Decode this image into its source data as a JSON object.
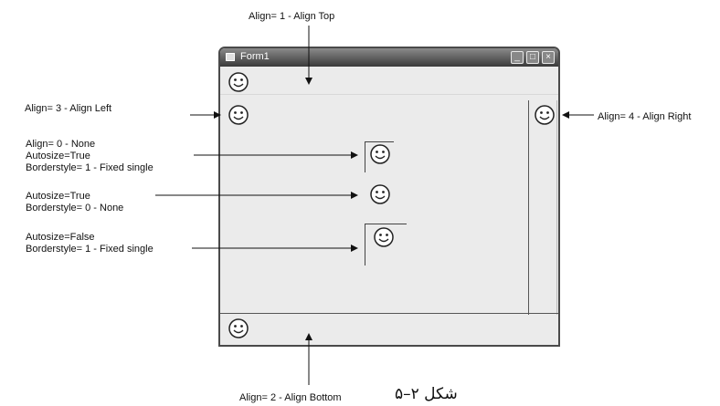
{
  "window": {
    "title": "Form1",
    "minimize": "_",
    "maximize": "□",
    "close": "×"
  },
  "labels": {
    "align_top": "Align= 1 - Align Top",
    "align_left": "Align= 3 - Align Left",
    "align_right": "Align= 4 - Align Right",
    "align_none": [
      "Align= 0 - None",
      "Autosize=True",
      "Borderstyle= 1 - Fixed single"
    ],
    "autosize_true": [
      "Autosize=True",
      "Borderstyle= 0 - None"
    ],
    "autosize_false": [
      "Autosize=False",
      "Borderstyle= 1 - Fixed single"
    ],
    "align_bottom": "Align= 2 - Align Bottom"
  },
  "caption": "شکل ۲–۵",
  "icons": {
    "smiley": "smiley-face-icon",
    "arrow": "arrow-icon"
  }
}
